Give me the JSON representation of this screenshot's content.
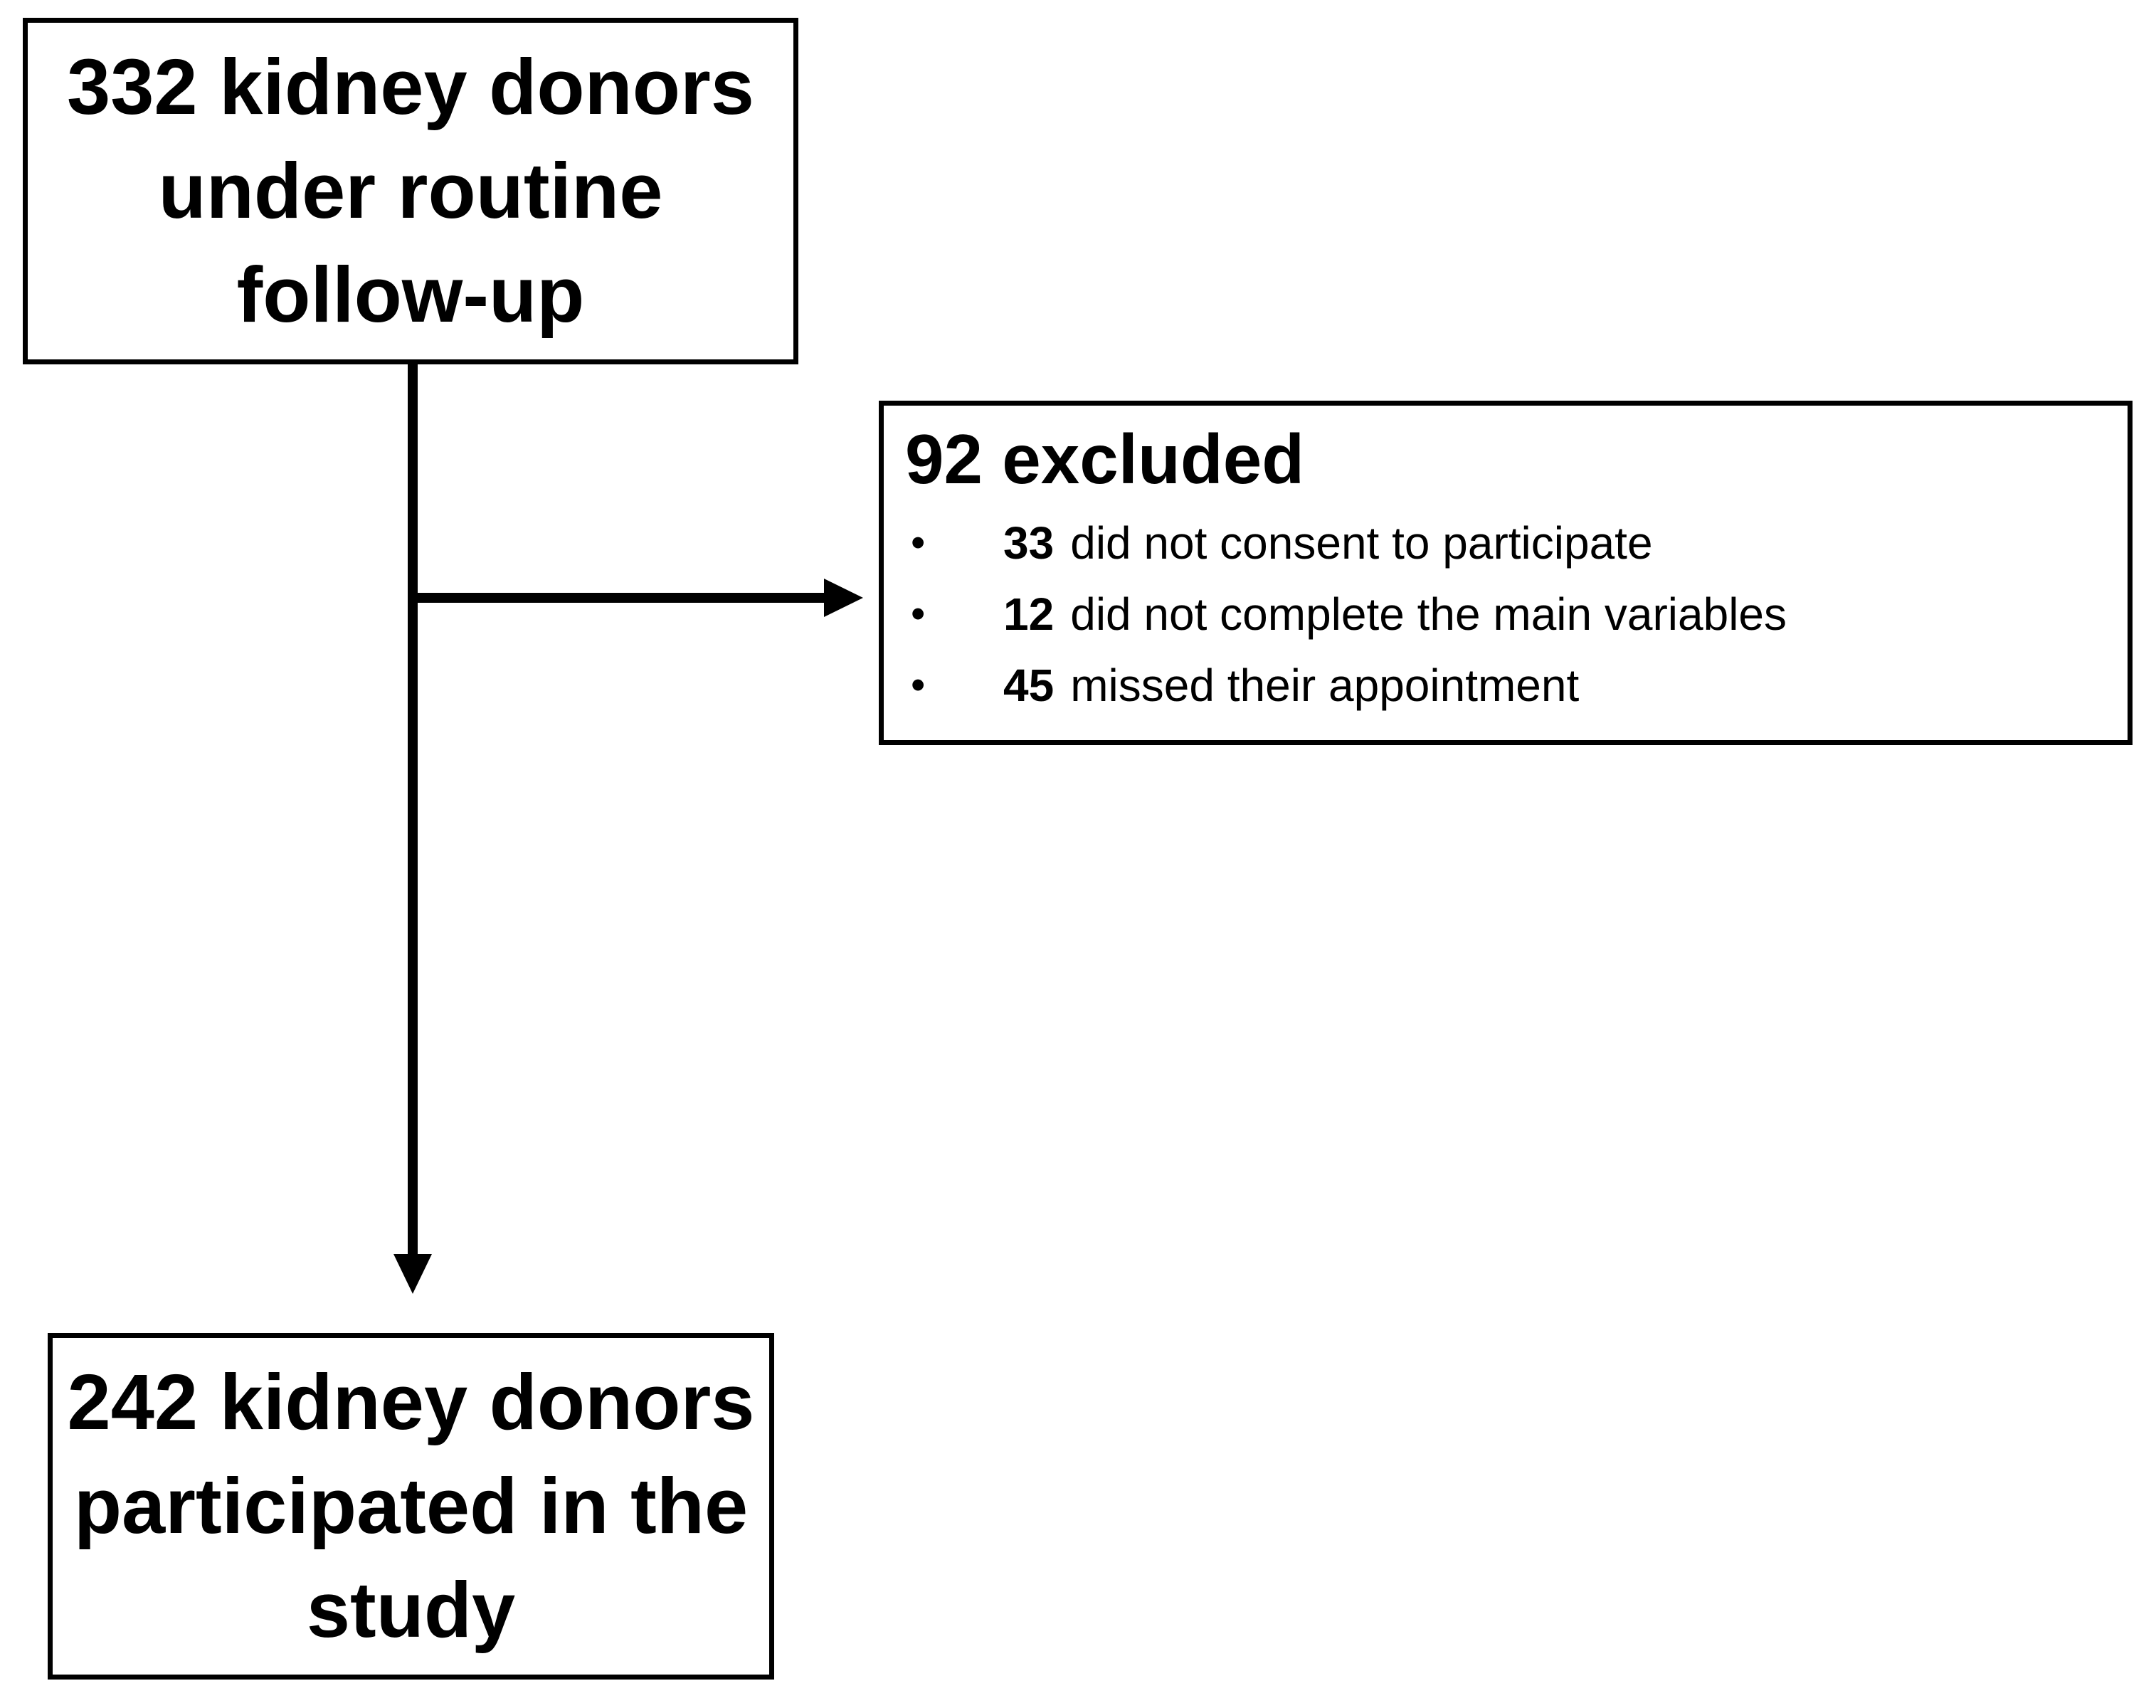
{
  "meta": {
    "background_color": "#ffffff",
    "line_color": "#000000",
    "text_color": "#000000"
  },
  "flowchart": {
    "top_box": {
      "lines": [
        "332 kidney donors",
        "under routine",
        "follow-up"
      ]
    },
    "excluded_box": {
      "title": "92 excluded",
      "bullet_char": "•",
      "items": [
        {
          "count": "33",
          "text": "did not consent to participate"
        },
        {
          "count": "12",
          "text": "did not complete the main variables"
        },
        {
          "count": "45",
          "text": "missed their appointment"
        }
      ]
    },
    "bottom_box": {
      "lines": [
        "242 kidney donors",
        "participated in the",
        "study"
      ]
    }
  }
}
